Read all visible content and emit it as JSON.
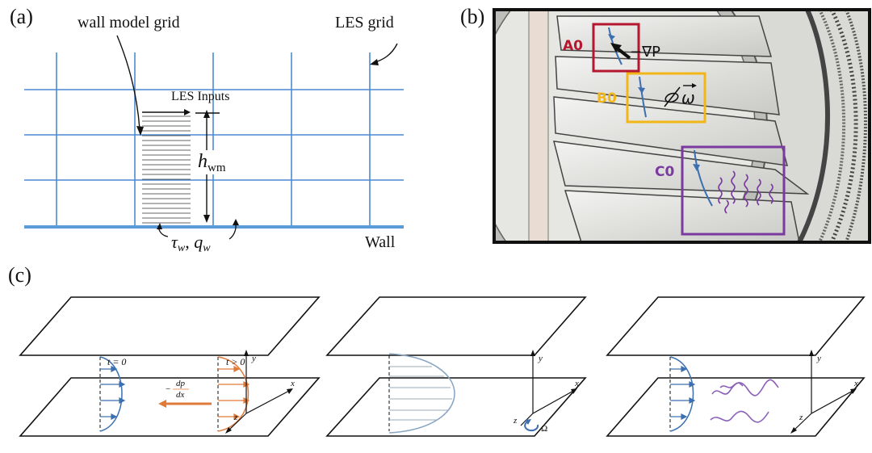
{
  "panel_a": {
    "letter": "(a)",
    "wall_model_grid_label": "wall model grid",
    "les_grid_label": "LES grid",
    "les_inputs_label": "LES Inputs",
    "h_wm_label": "h",
    "h_wm_sub": "wm",
    "tau_q_label": "τ",
    "tau_sub": "w",
    "q_label": "q",
    "q_sub": "w",
    "wall_label": "Wall",
    "colors": {
      "grid": "#4a8ad4",
      "wall": "#5b9bd8"
    }
  },
  "panel_b": {
    "letter": "(b)",
    "boxes": [
      {
        "label": "A0",
        "symbol": "−∇P",
        "color": "#b5172e"
      },
      {
        "label": "B0",
        "symbol": "ω",
        "color": "#f2b619"
      },
      {
        "label": "C0",
        "symbol": "",
        "color": "#7a3aa0"
      }
    ]
  },
  "panel_c": {
    "letter": "(c)",
    "left": {
      "t0": "t = 0",
      "t1": "t > 0",
      "dp_num": "dp",
      "dp_den": "dx",
      "dp_minus": "−"
    },
    "axes": {
      "y": "y",
      "x": "x",
      "z": "z"
    },
    "middle": {
      "omega": "Ω"
    },
    "colors": {
      "blue": "#3b6fb0",
      "orange": "#e07a3a",
      "grey_blue": "#8aa6c3",
      "purple": "#8a5fb8"
    }
  }
}
